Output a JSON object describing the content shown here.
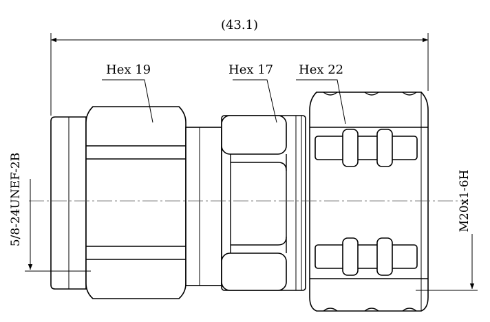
{
  "dimensions": {
    "overall_length": "(43.1)",
    "left_thread": "5/8-24UNEF-2B",
    "right_thread": "M20x1-6H"
  },
  "hex_labels": {
    "left": "Hex 19",
    "middle": "Hex 17",
    "right": "Hex 22"
  }
}
